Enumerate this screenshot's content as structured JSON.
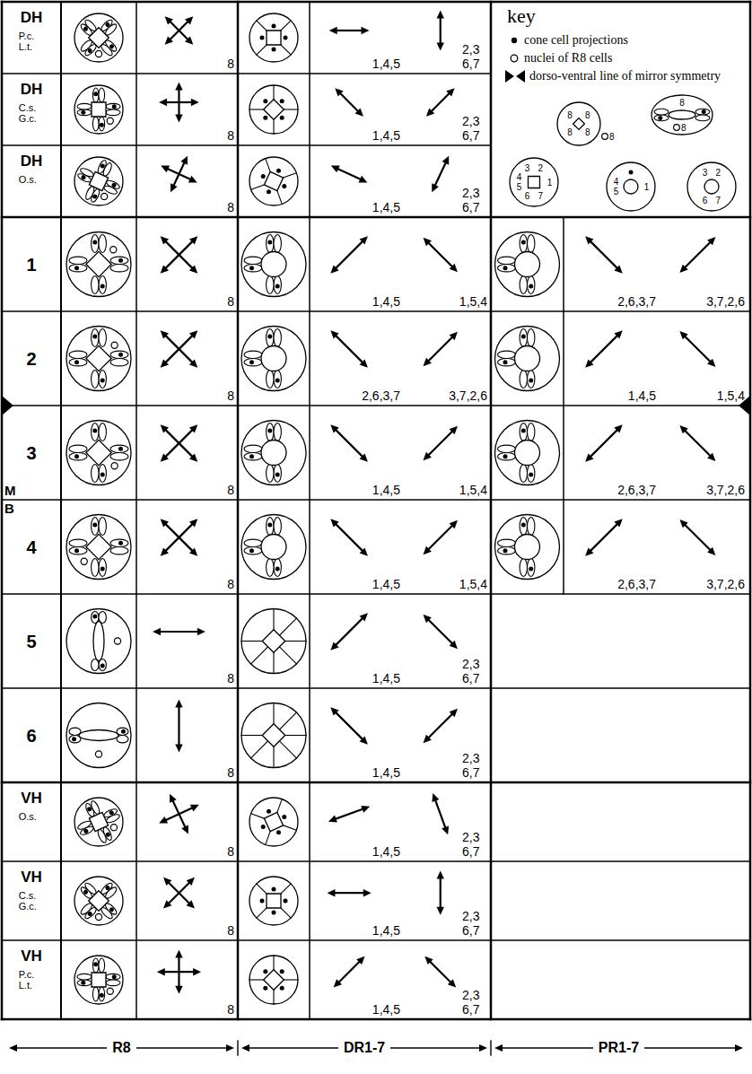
{
  "diagram": {
    "labels": [
      "DH",
      "P.c. L.t.",
      "8",
      "1,4,5",
      "2,3 6,7",
      "DH",
      "C.s. G.c.",
      "8",
      "1,4,5",
      "2,3 6,7",
      "DH",
      "O.s.",
      "8",
      "1,4,5",
      "2,3 6,7",
      "1",
      "8",
      "1,4,5",
      "1,5,4",
      "2,6,3,7",
      "3,7,2,6",
      "2",
      "8",
      "2,6,3,7",
      "3,7,2,6",
      "1,4,5",
      "1,5,4",
      "3",
      "M",
      "8",
      "1,4,5",
      "1,5,4",
      "2,6,3,7",
      "3,7,2,6",
      "B",
      "4",
      "8",
      "1,4,5",
      "1,5,4",
      "2,6,3,7",
      "3,7,2,6",
      "5",
      "8",
      "1,4,5",
      "2,3 6,7",
      "6",
      "8",
      "1,4,5",
      "2,3 6,7",
      "VH",
      "O.s.",
      "8",
      "1,4,5",
      "2,3 6,7",
      "VH",
      "C.s. G.c.",
      "8",
      "1,4,5",
      "2,3 6,7",
      "VH",
      "P.c. L.t.",
      "8",
      "1,4,5",
      "2,3 6,7",
      "R8",
      "DR1-7",
      "PR1-7",
      "key",
      "8",
      "8",
      "8",
      "8",
      "8",
      "8",
      "8",
      "3",
      "2",
      "4",
      "1",
      "5",
      "6",
      "7",
      "4",
      "1",
      "5",
      "3",
      "2",
      "6",
      "7"
    ],
    "legend": [
      {
        "text": "cone cell projections"
      },
      {
        "text": "nuclei of R8 cells"
      },
      {
        "text": "dorso-ventral line of mirror symmetry"
      }
    ]
  }
}
